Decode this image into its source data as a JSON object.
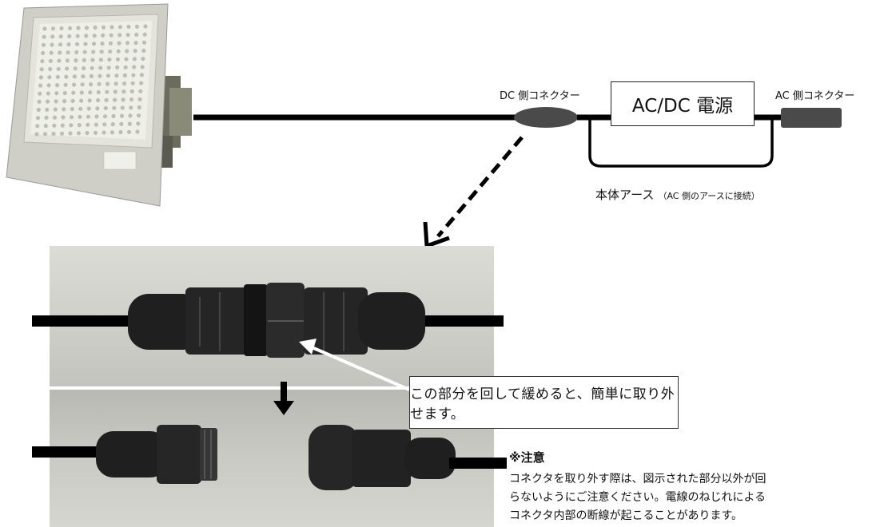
{
  "diagram": {
    "dc_connector_label": "DC 側コネクター",
    "ac_connector_label": "AC 側コネクター",
    "psu_label": "AC/DC 電源",
    "ground_label": "本体アース",
    "ground_note": "（AC 側のアースに接続）",
    "callout_text": "この部分を回して緩めると、簡単に取り外せます。",
    "notice_title": "※注意",
    "notice_lines": [
      "コネクタを取り外す際は、図示された部分以外が回",
      "らないようにご注意ください。電線のねじれによる",
      "コネクタ内部の断線が起こることがあります。"
    ]
  },
  "colors": {
    "cable": "#000000",
    "connector": "#444444",
    "lamp_body": "#c8c8c0",
    "photo_bg": "#d2d2cc"
  }
}
